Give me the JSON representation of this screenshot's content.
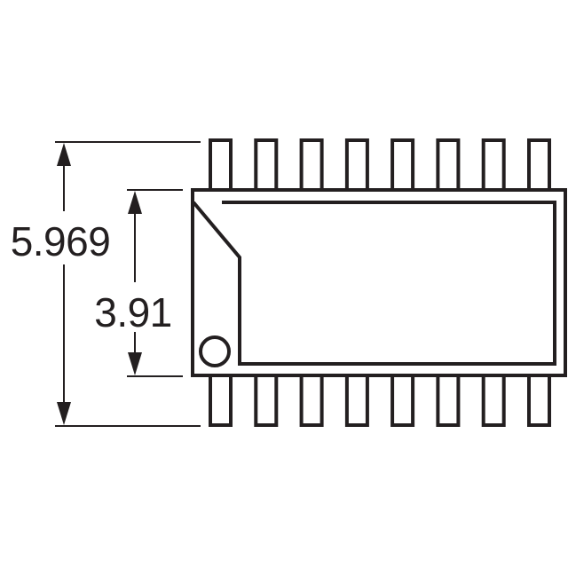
{
  "drawing": {
    "overall_width_label": "5.969",
    "body_width_label": "3.91",
    "pins_per_side": 8,
    "line_color": "#231f20",
    "background_color": "#ffffff"
  }
}
